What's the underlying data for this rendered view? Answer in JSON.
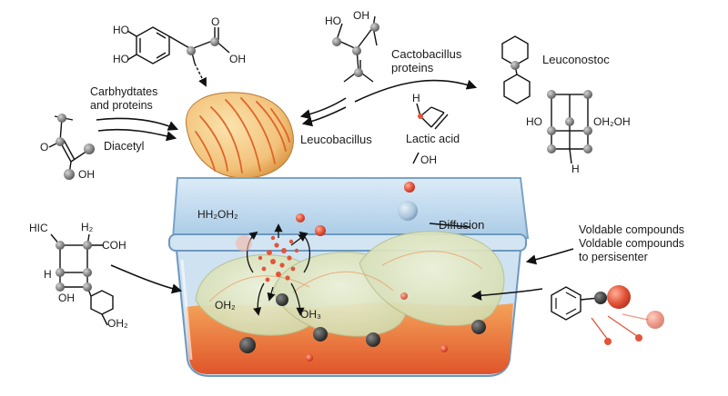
{
  "labels": {
    "carbs_proteins": [
      "Carbhydtates",
      "and proteins"
    ],
    "diacetyl": "Diacetyl",
    "cactobacillus": [
      "Cactobacillus",
      "proteins"
    ],
    "leuconostoc": "Leuconostoc",
    "leucobacillus": "Leucobacillus",
    "lactic_acid": "Lactic acid",
    "diffusion": "Diffusion",
    "voldable": [
      "Voldable compounds",
      "Voldable compounds",
      "to persisenter"
    ]
  },
  "chem": {
    "caffeic_ho1": "HO",
    "caffeic_ho2": "HO",
    "caffeic_o": "O",
    "caffeic_oh": "OH",
    "top_ho": "HO",
    "top_oh": "OH",
    "diacetyl_o": "O",
    "diacetyl_oh": "OH",
    "lactic_h": "H",
    "lactic_oh": "OH",
    "leuco_ho": "HO",
    "leuco_oh2oh": "OH₂OH",
    "leuco_h": "H",
    "left_hic": "HIC",
    "left_h2": "H₂",
    "left_coh": "COH",
    "left_h": "H",
    "left_oh": "OH",
    "left_oh2": "OH₂",
    "tank_hh2oh2": "HH₂OH₂",
    "tank_oh2": "OH₂",
    "tank_oh3": "OH₃"
  },
  "colors": {
    "tank_water": "#bcd8ee",
    "tank_brine": "#e8843f",
    "cabbage": "#f2c27a",
    "cabbage_stripe": "#e0642a",
    "atom": "#8a8a8a",
    "bubble_red": "#e2553a",
    "bubble_blue": "#a8c4dc"
  },
  "icons": [
    "molecule-ball-stick-icon",
    "arrow-icon",
    "cabbage-icon",
    "fermentation-tank-icon",
    "bubble-icon"
  ]
}
